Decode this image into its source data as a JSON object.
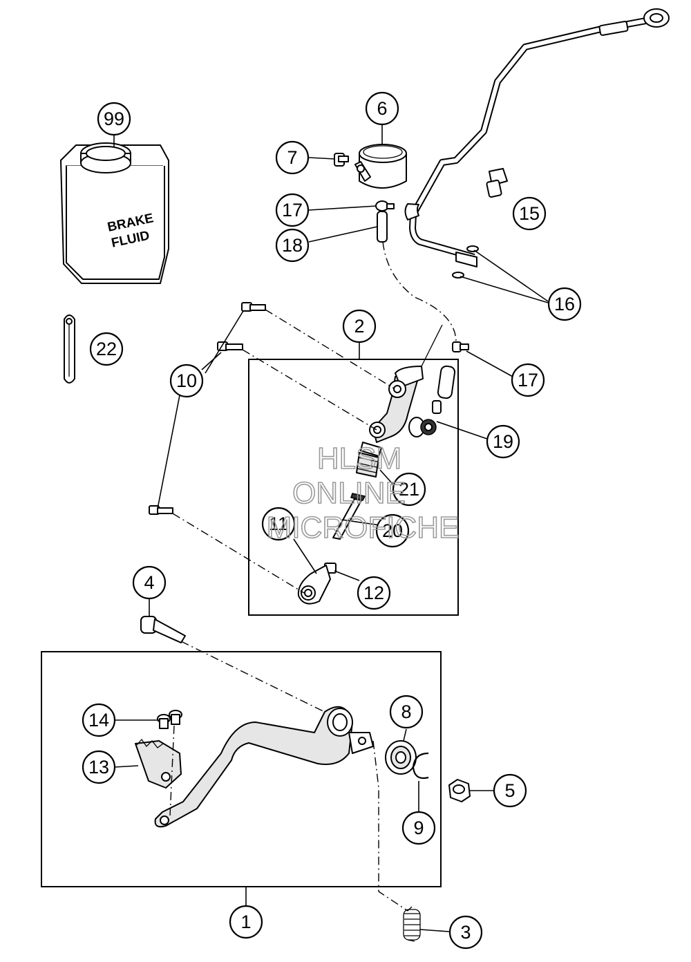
{
  "watermark": {
    "line1": "HLSM",
    "line2": "ONLINE",
    "line3": "MICROFICHE"
  },
  "can_label": {
    "line1": "BRAKE",
    "line2": "FLUID"
  },
  "callouts": [
    "1",
    "2",
    "3",
    "4",
    "5",
    "6",
    "7",
    "8",
    "9",
    "10",
    "11",
    "12",
    "13",
    "14",
    "15",
    "16",
    "17",
    "17",
    "18",
    "19",
    "20",
    "21",
    "22",
    "99"
  ]
}
